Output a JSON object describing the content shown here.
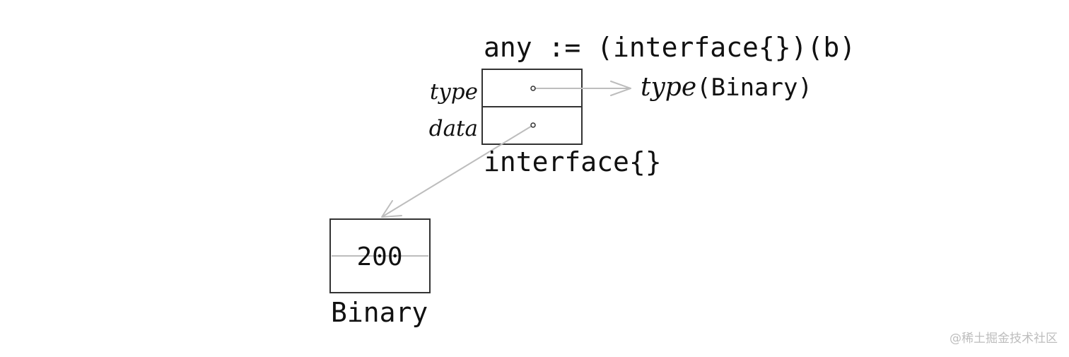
{
  "diagram": {
    "statement": "any := (interface{})(b)",
    "field_labels": {
      "type": "type",
      "data": "data"
    },
    "interface_label": "interface{}",
    "type_target": {
      "keyword": "type",
      "argument": "(Binary)"
    },
    "value_box": {
      "value": "200",
      "label": "Binary"
    }
  },
  "watermark": "@稀土掘金技术社区",
  "colors": {
    "box_stroke": "#333333",
    "pointer": "#bdbdbd",
    "text": "#111111",
    "watermark": "#bdbdbd"
  }
}
